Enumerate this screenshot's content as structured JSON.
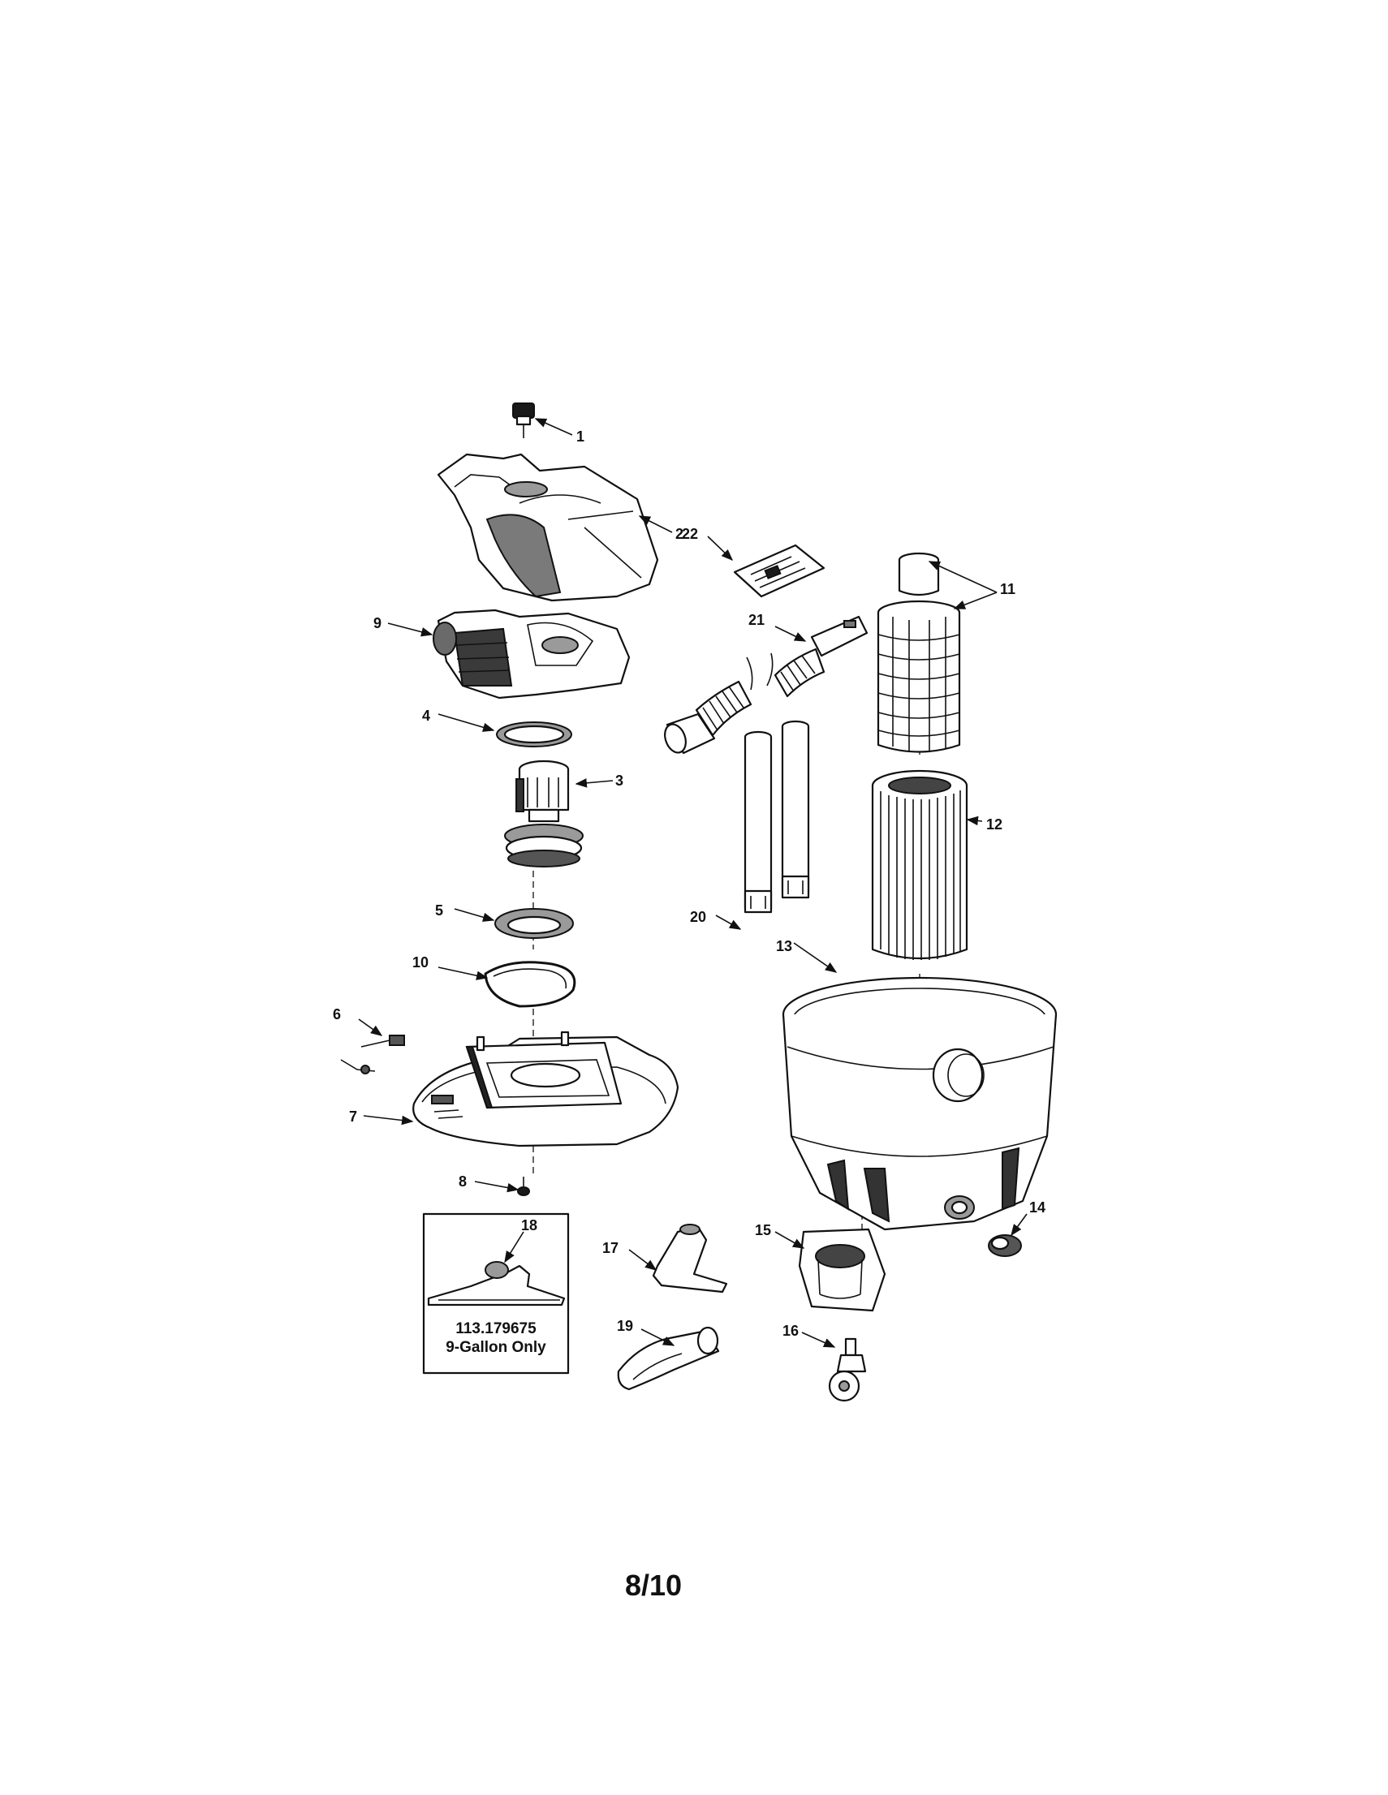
{
  "callouts": [
    "1",
    "2",
    "3",
    "4",
    "5",
    "6",
    "7",
    "8",
    "9",
    "10",
    "11",
    "12",
    "13",
    "14",
    "15",
    "16",
    "17",
    "18",
    "19",
    "20",
    "21",
    "22"
  ],
  "inset": {
    "model_number": "113.179675",
    "note": "9-Gallon Only"
  },
  "page_number": "8/10"
}
